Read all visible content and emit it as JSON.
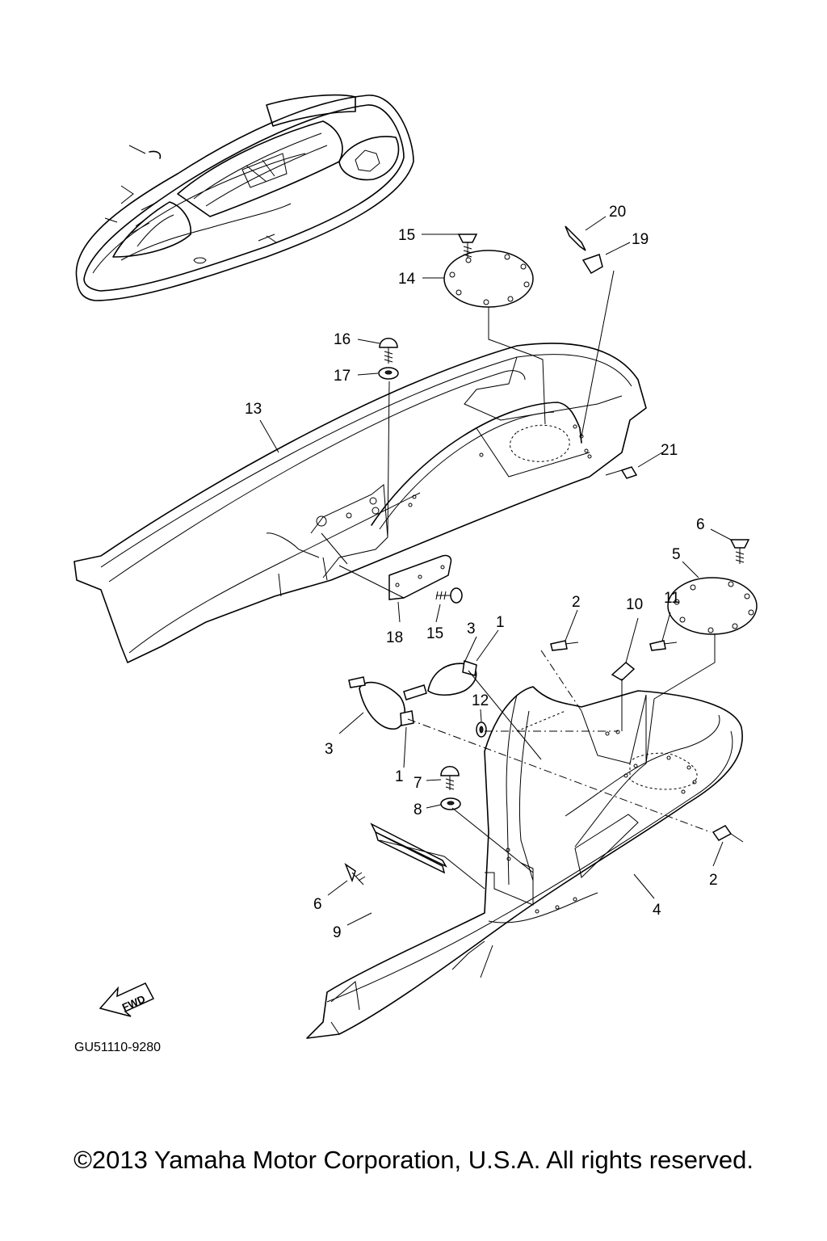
{
  "labels": {
    "p1a": "1",
    "p1b": "1",
    "p2a": "2",
    "p2b": "2",
    "p3a": "3",
    "p3b": "3",
    "p4": "4",
    "p5": "5",
    "p6a": "6",
    "p6b": "6",
    "p7": "7",
    "p8": "8",
    "p9": "9",
    "p10": "10",
    "p11": "11",
    "p12": "12",
    "p13": "13",
    "p14": "14",
    "p15a": "15",
    "p15b": "15",
    "p16": "16",
    "p17": "17",
    "p18": "18",
    "p19": "19",
    "p20": "20",
    "p21": "21"
  },
  "fwd_arrow": "FWD",
  "diagram_code": "GU51110-9280",
  "copyright": "©2013 Yamaha Motor Corporation, U.S.A. All rights reserved."
}
